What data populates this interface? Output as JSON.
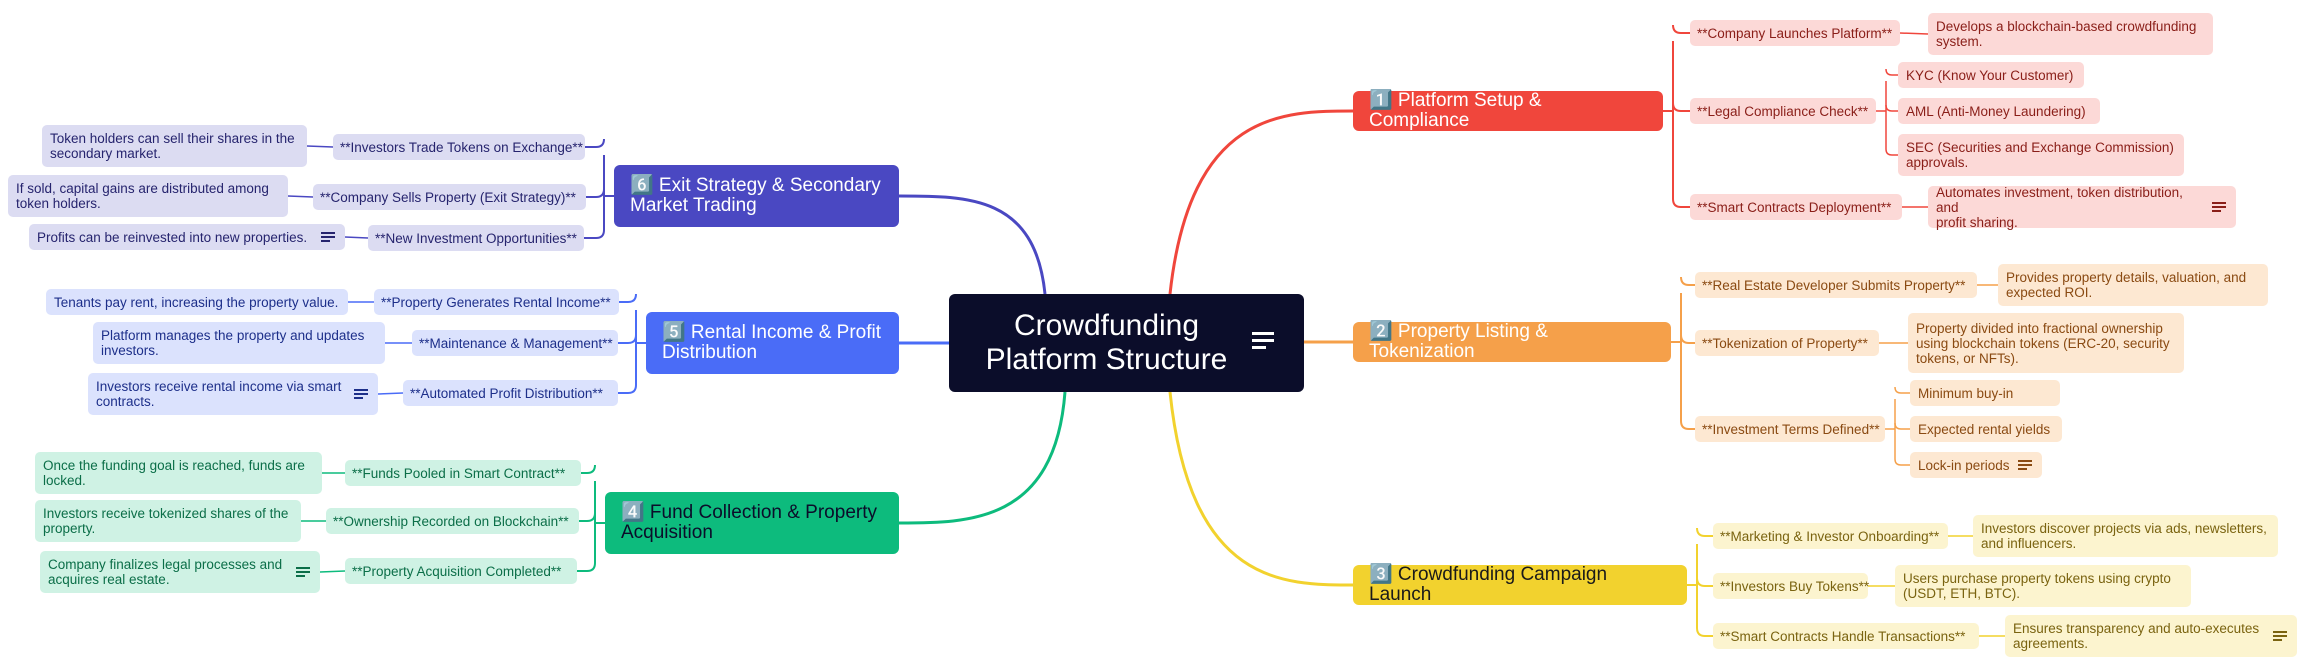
{
  "root": {
    "title": "Crowdfunding\nPlatform Structure"
  },
  "colors": {
    "red": "#f0463c",
    "orange": "#f5a04a",
    "yellow": "#f2d22e",
    "green": "#0dbb7d",
    "blue": "#4a6cf7",
    "indigo": "#4a48c2"
  },
  "branches": [
    {
      "id": "b1",
      "label": "1️⃣ Platform Setup & Compliance",
      "subs": [
        {
          "label": "**Company Launches Platform**",
          "leaves": [
            "Develops a blockchain-based crowdfunding\nsystem."
          ]
        },
        {
          "label": "**Legal Compliance Check**",
          "leaves": [
            "KYC (Know Your Customer)",
            "AML (Anti-Money Laundering)",
            "SEC (Securities and Exchange Commission)\napprovals."
          ]
        },
        {
          "label": "**Smart Contracts Deployment**",
          "leaves": [
            "Automates investment, token distribution, and\nprofit sharing."
          ]
        }
      ]
    },
    {
      "id": "b2",
      "label": "2️⃣ Property Listing & Tokenization",
      "subs": [
        {
          "label": "**Real Estate Developer Submits Property**",
          "leaves": [
            "Provides property details, valuation, and\nexpected ROI."
          ]
        },
        {
          "label": "**Tokenization of Property**",
          "leaves": [
            "Property divided into fractional ownership\nusing blockchain tokens (ERC-20, security\ntokens, or NFTs)."
          ]
        },
        {
          "label": "**Investment Terms Defined**",
          "leaves": [
            "Minimum buy-in",
            "Expected rental yields",
            "Lock-in periods"
          ]
        }
      ]
    },
    {
      "id": "b3",
      "label": "3️⃣ Crowdfunding Campaign Launch",
      "subs": [
        {
          "label": "**Marketing & Investor Onboarding**",
          "leaves": [
            "Investors discover projects via ads, newsletters,\nand influencers."
          ]
        },
        {
          "label": "**Investors Buy Tokens**",
          "leaves": [
            "Users purchase property tokens using crypto\n(USDT, ETH, BTC)."
          ]
        },
        {
          "label": "**Smart Contracts Handle Transactions**",
          "leaves": [
            "Ensures transparency and auto-executes\nagreements."
          ]
        }
      ]
    },
    {
      "id": "b4",
      "label": "4️⃣ Fund Collection & Property\nAcquisition",
      "subs": [
        {
          "label": "**Funds Pooled in Smart Contract**",
          "leaves": [
            "Once the funding goal is reached, funds are\nlocked."
          ]
        },
        {
          "label": "**Ownership Recorded on Blockchain**",
          "leaves": [
            "Investors receive tokenized shares of the\nproperty."
          ]
        },
        {
          "label": "**Property Acquisition Completed**",
          "leaves": [
            "Company finalizes legal processes and\nacquires real estate."
          ]
        }
      ]
    },
    {
      "id": "b5",
      "label": "5️⃣ Rental Income & Profit\nDistribution",
      "subs": [
        {
          "label": "**Property Generates Rental Income**",
          "leaves": [
            "Tenants pay rent, increasing the property value."
          ]
        },
        {
          "label": "**Maintenance & Management**",
          "leaves": [
            "Platform manages the property and updates\ninvestors."
          ]
        },
        {
          "label": "**Automated Profit Distribution**",
          "leaves": [
            "Investors receive rental income via smart\ncontracts."
          ]
        }
      ]
    },
    {
      "id": "b6",
      "label": "6️⃣ Exit Strategy & Secondary\nMarket Trading",
      "subs": [
        {
          "label": "**Investors Trade Tokens on Exchange**",
          "leaves": [
            "Token holders can sell their shares in the\nsecondary market."
          ]
        },
        {
          "label": "**Company Sells Property (Exit Strategy)**",
          "leaves": [
            "If sold, capital gains are distributed among\ntoken holders."
          ]
        },
        {
          "label": "**New Investment Opportunities**",
          "leaves": [
            "Profits can be reinvested into new properties."
          ]
        }
      ]
    }
  ]
}
